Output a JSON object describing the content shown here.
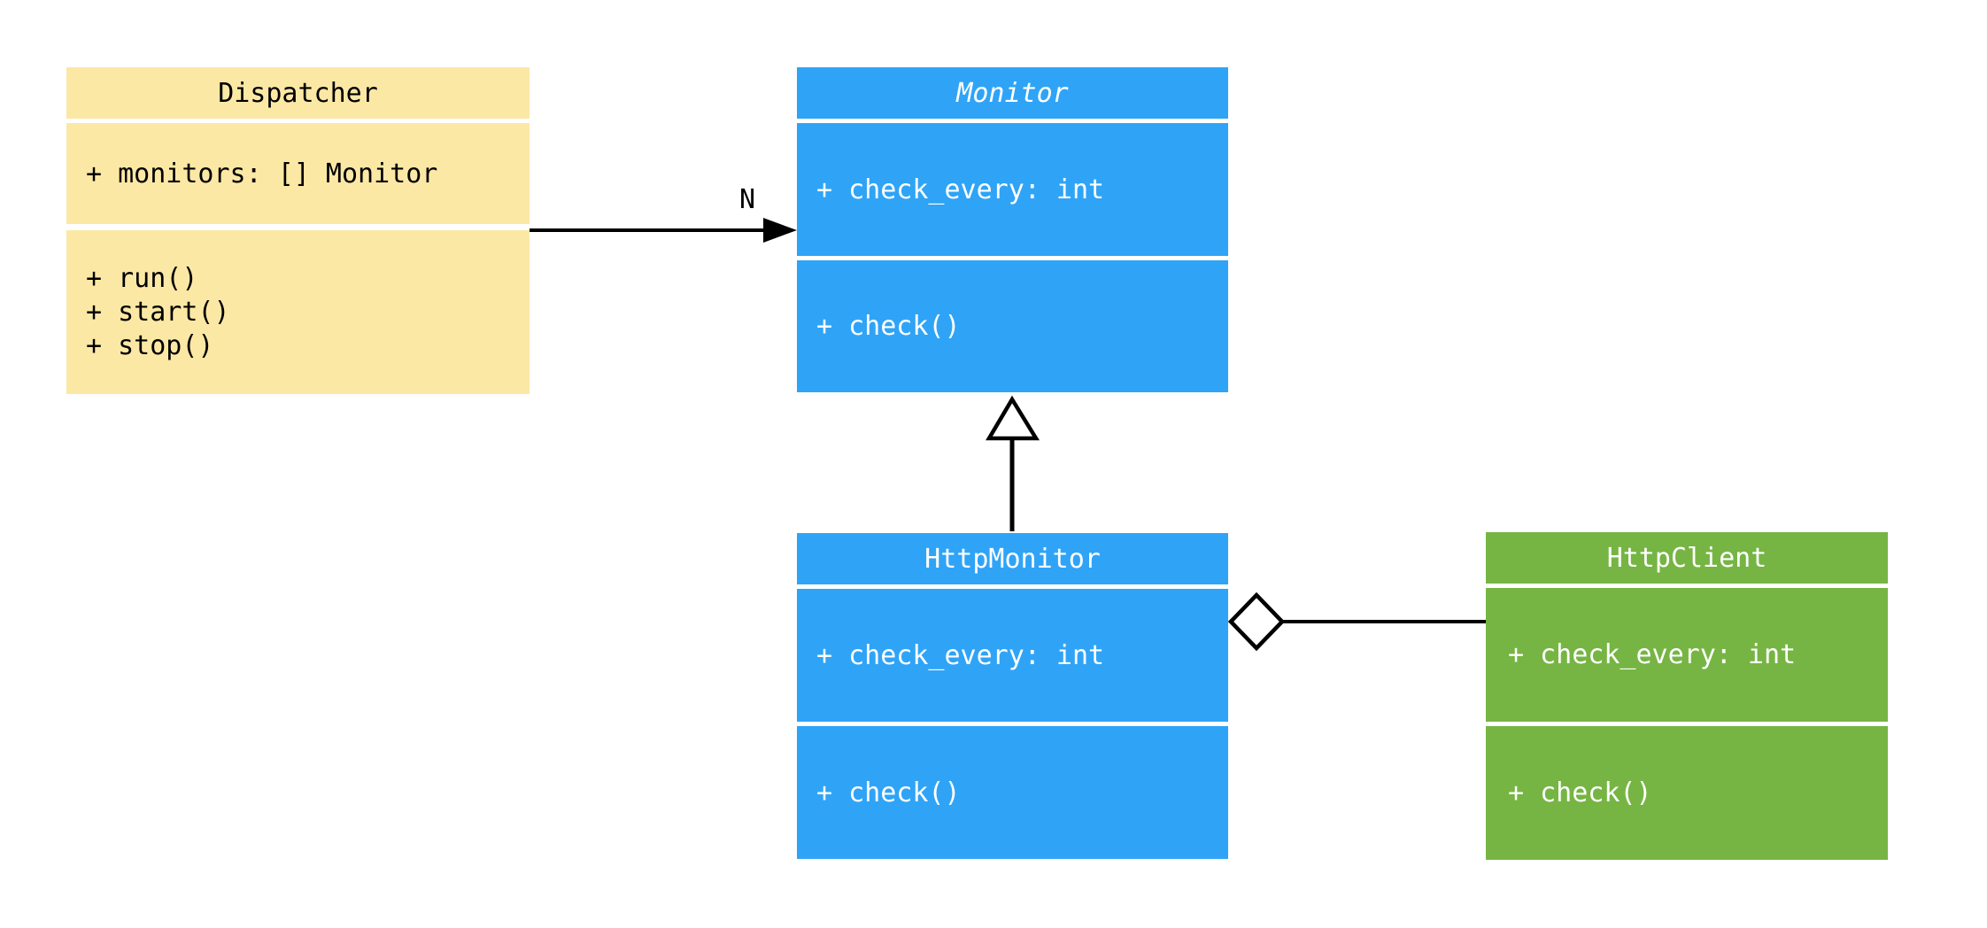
{
  "classes": [
    {
      "name": "Dispatcher",
      "name_italic": false,
      "attributes": [
        "+ monitors: [] Monitor"
      ],
      "methods": [
        "+ run()",
        "+ start()",
        "+ stop()"
      ]
    },
    {
      "name": "Monitor",
      "name_italic": true,
      "attributes": [
        "+ check_every: int"
      ],
      "methods": [
        "+ check()"
      ]
    },
    {
      "name": "HttpMonitor",
      "name_italic": false,
      "attributes": [
        "+ check_every: int"
      ],
      "methods": [
        "+ check()"
      ]
    },
    {
      "name": "HttpClient",
      "name_italic": false,
      "attributes": [
        "+ check_every: int"
      ],
      "methods": [
        "+ check()"
      ]
    }
  ],
  "relations": [
    {
      "type": "association",
      "from": "Dispatcher",
      "to": "Monitor",
      "label": "N",
      "arrow": "filled-arrowhead"
    },
    {
      "type": "inheritance",
      "from": "HttpMonitor",
      "to": "Monitor",
      "arrow": "hollow-triangle"
    },
    {
      "type": "aggregation",
      "from": "HttpMonitor",
      "to": "HttpClient",
      "arrow": "hollow-diamond"
    }
  ],
  "colors": {
    "dispatcher_fill": "#FCE8A5",
    "monitor_fill": "#2FA4F7",
    "http_monitor_fill": "#2FA4F7",
    "http_client_fill": "#76B543",
    "connector": "#000000",
    "canvas_background": "#FFFFFF",
    "dark_text": "#000000",
    "light_text": "#FFFFFF"
  }
}
